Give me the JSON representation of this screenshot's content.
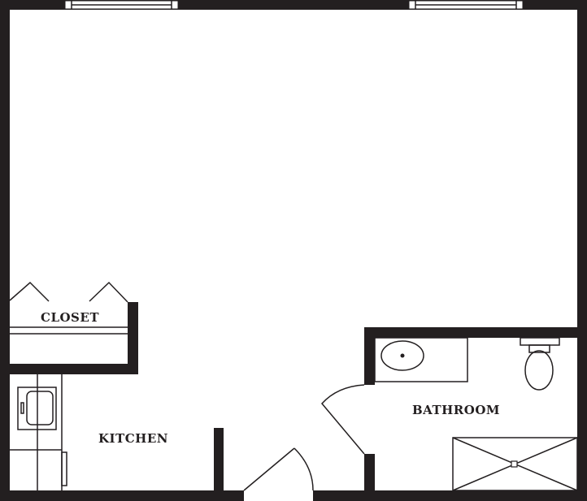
{
  "floorplan": {
    "rooms": {
      "closet": "CLOSET",
      "kitchen": "KITCHEN",
      "bathroom": "BATHROOM"
    },
    "colors": {
      "wall": "#231f20",
      "background": "#ffffff"
    }
  }
}
